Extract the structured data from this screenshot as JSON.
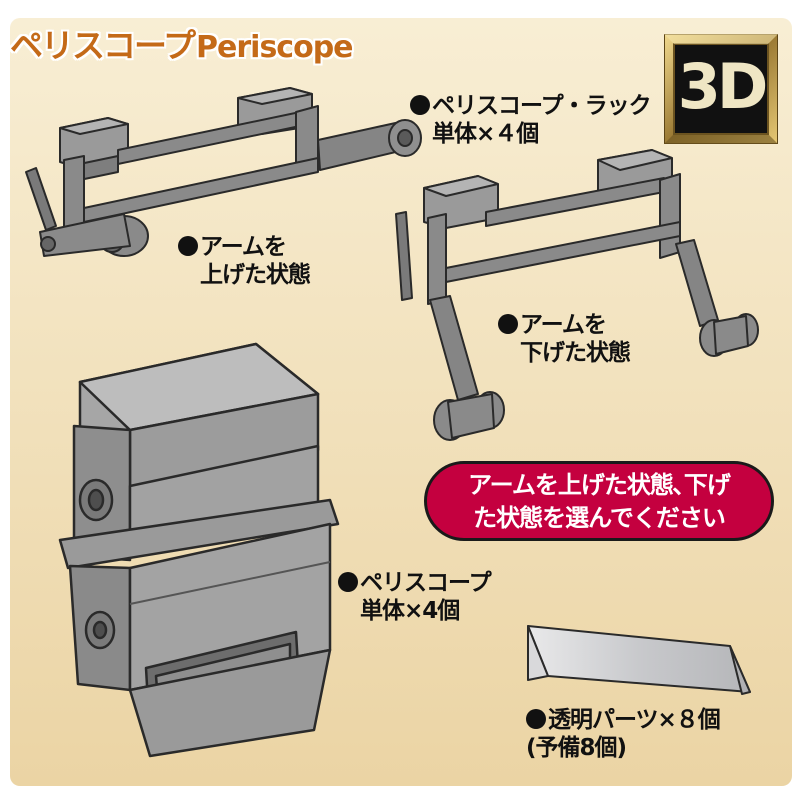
{
  "title": {
    "jp": "ペリスコープ",
    "en": "Periscope"
  },
  "badge": "3D",
  "labels": {
    "rack": {
      "line1": "ペリスコープ・ラック",
      "line2": "単体×４個"
    },
    "arm_up": {
      "line1": "アームを",
      "line2": "上げた状態"
    },
    "arm_down": {
      "line1": "アームを",
      "line2": "下げた状態"
    },
    "periscope": {
      "line1": "ペリスコープ",
      "line2": "単体×4個"
    },
    "clear_parts": {
      "line1": "透明パーツ×８個",
      "line2": "(予備8個)"
    }
  },
  "notice": {
    "line1": "アームを上げた状態､下げ",
    "line2": "た状態を選んでください"
  },
  "colors": {
    "background_top": "#f7ecd0",
    "background_bottom": "#ecd6a8",
    "title": "#c46a18",
    "part_gray": "#8a8a8a",
    "notice_fill": "#c4003f",
    "badge_frame": "#8b6d2e"
  },
  "icons": [
    "bullet-dot",
    "3d-badge"
  ]
}
